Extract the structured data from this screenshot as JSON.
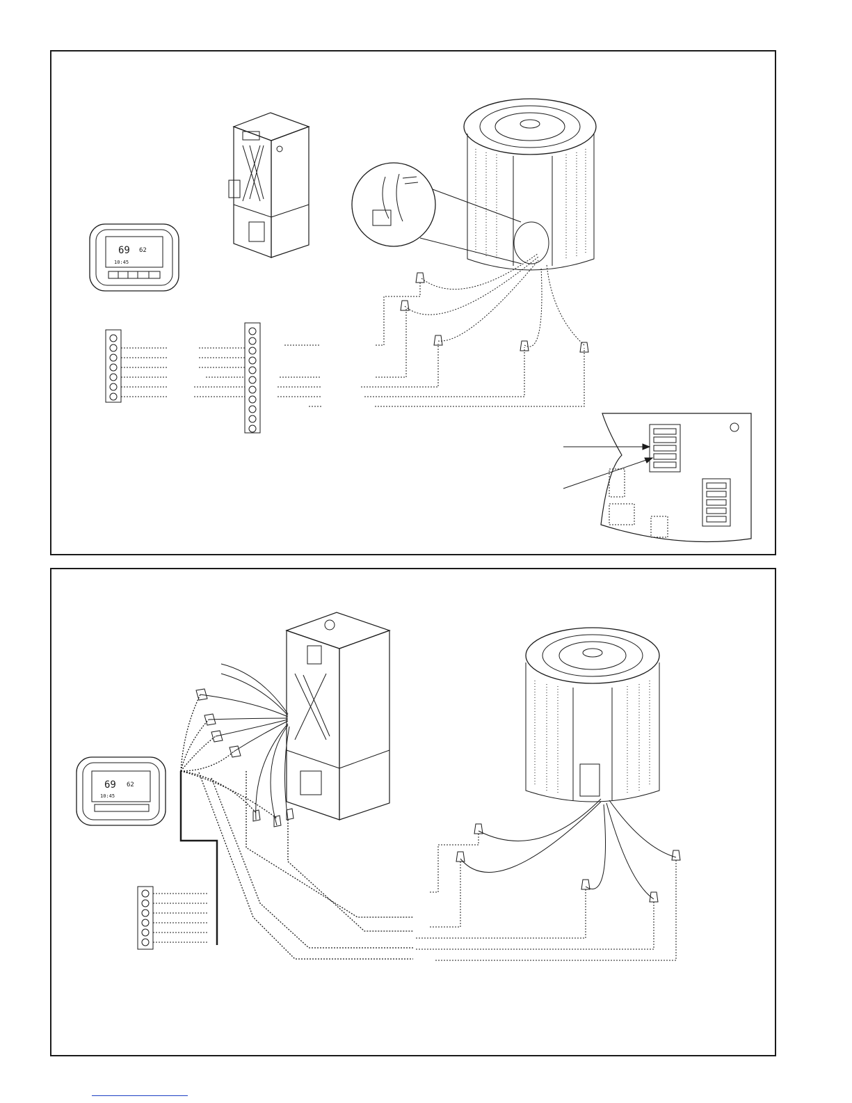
{
  "thermostat_top": {
    "temp": "69",
    "setpoint": "62",
    "time": "10:45"
  },
  "thermostat_bottom": {
    "temp": "69",
    "setpoint": "62",
    "time": "10:45"
  },
  "colors": {
    "line": "#1a1a1a",
    "link": "#1a3fc4"
  }
}
